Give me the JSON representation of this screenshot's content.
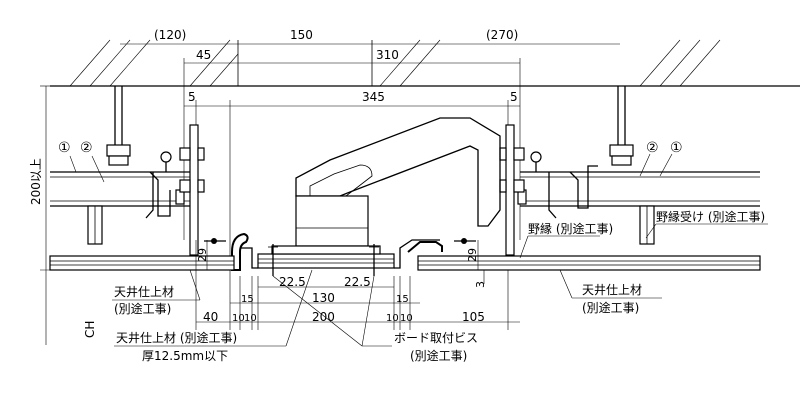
{
  "top_dims": {
    "d120": "(120)",
    "d150": "150",
    "d270": "(270)",
    "d45": "45",
    "d310": "310",
    "d5_left": "5",
    "d345": "345",
    "d5_right": "5"
  },
  "side_dims": {
    "height_label": "200以上",
    "ch_label": "CH",
    "d29_left": "29",
    "d29_right": "29",
    "d3": "3"
  },
  "bottom_dims": {
    "d22_5_left": "22.5",
    "d22_5_right": "22.5",
    "d15_left": "15",
    "d130": "130",
    "d15_right": "15",
    "d40": "40",
    "d10_a": "10",
    "d10_b": "10",
    "d200": "200",
    "d10_c": "10",
    "d10_d": "10",
    "d105": "105"
  },
  "markers": {
    "m1_left": "①",
    "m2_left": "②",
    "m2_right": "②",
    "m1_right": "①"
  },
  "labels": {
    "ceiling_finish_left_1": "天井仕上材",
    "ceiling_finish_left_2": "(別途工事)",
    "ceiling_finish_bottom_1": "天井仕上材 (別途工事)",
    "ceiling_finish_bottom_2": "厚12.5mm以下",
    "board_screw_1": "ボード取付ビス",
    "board_screw_2": "(別途工事)",
    "nobuchi": "野縁 (別途工事)",
    "nobuchi_uke": "野縁受け (別途工事)",
    "ceiling_finish_right_1": "天井仕上材",
    "ceiling_finish_right_2": "(別途工事)"
  }
}
